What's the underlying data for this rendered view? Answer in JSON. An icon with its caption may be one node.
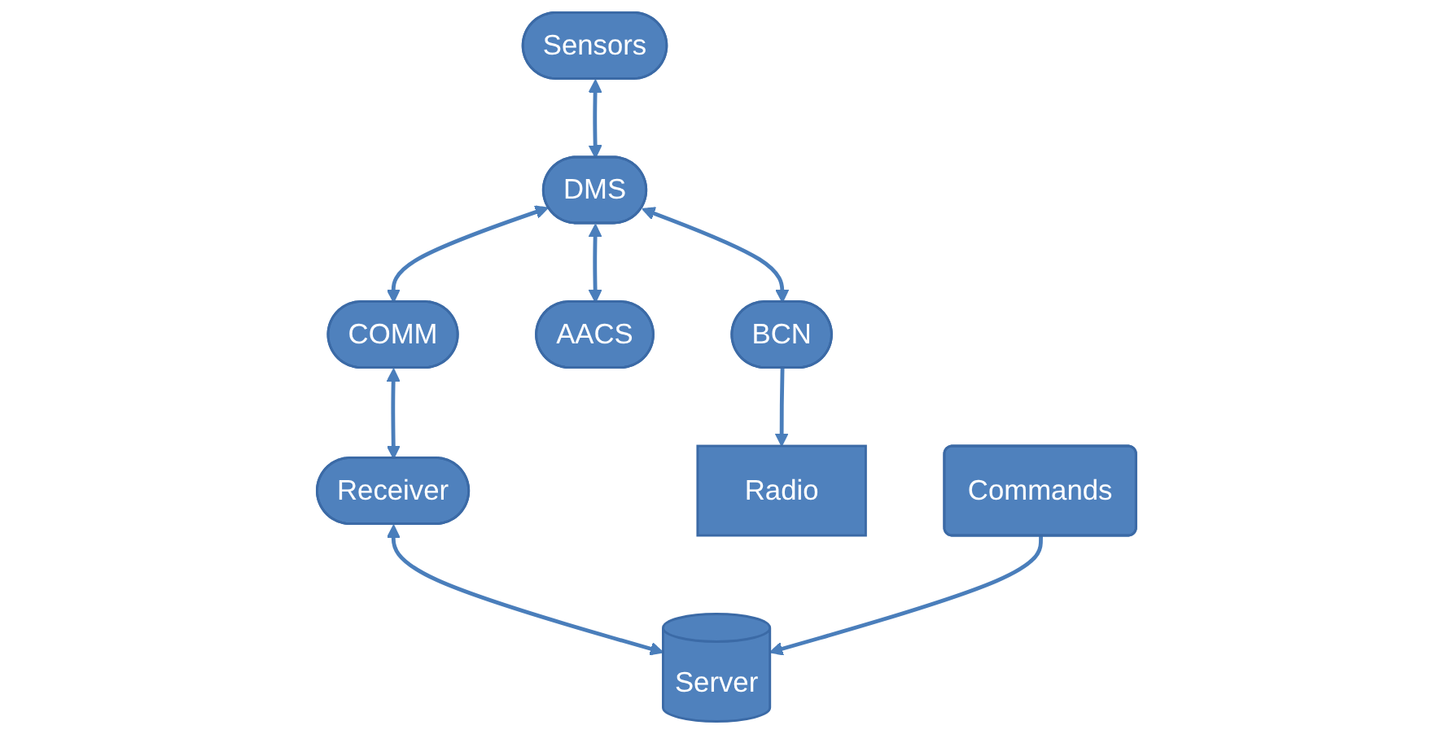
{
  "diagram": {
    "nodes": [
      {
        "text": [
          "Sensors"
        ]
      },
      {
        "text": [
          "DMS"
        ]
      },
      {
        "text": [
          "COMM"
        ]
      },
      {
        "text": [
          "AACS"
        ]
      },
      {
        "text": [
          "BCN"
        ]
      },
      {
        "text": [
          "Receiver"
        ]
      },
      {
        "text": [
          "Radio"
        ]
      },
      {
        "text": [
          "Server"
        ]
      },
      {
        "text": [
          "Commands"
        ]
      }
    ],
    "edges": [
      {
        "from": 0,
        "to": 1,
        "arrow": "both"
      },
      {
        "from": 1,
        "to": 2,
        "arrow": "both"
      },
      {
        "from": 1,
        "to": 3,
        "arrow": "both"
      },
      {
        "from": 1,
        "to": 4,
        "arrow": "both"
      },
      {
        "from": 2,
        "to": 5,
        "arrow": "both"
      },
      {
        "from": 4,
        "to": 6,
        "arrow": "to"
      },
      {
        "from": 5,
        "to": 7,
        "arrow": "both"
      },
      {
        "from": 8,
        "to": 7,
        "arrow": "to"
      }
    ]
  }
}
